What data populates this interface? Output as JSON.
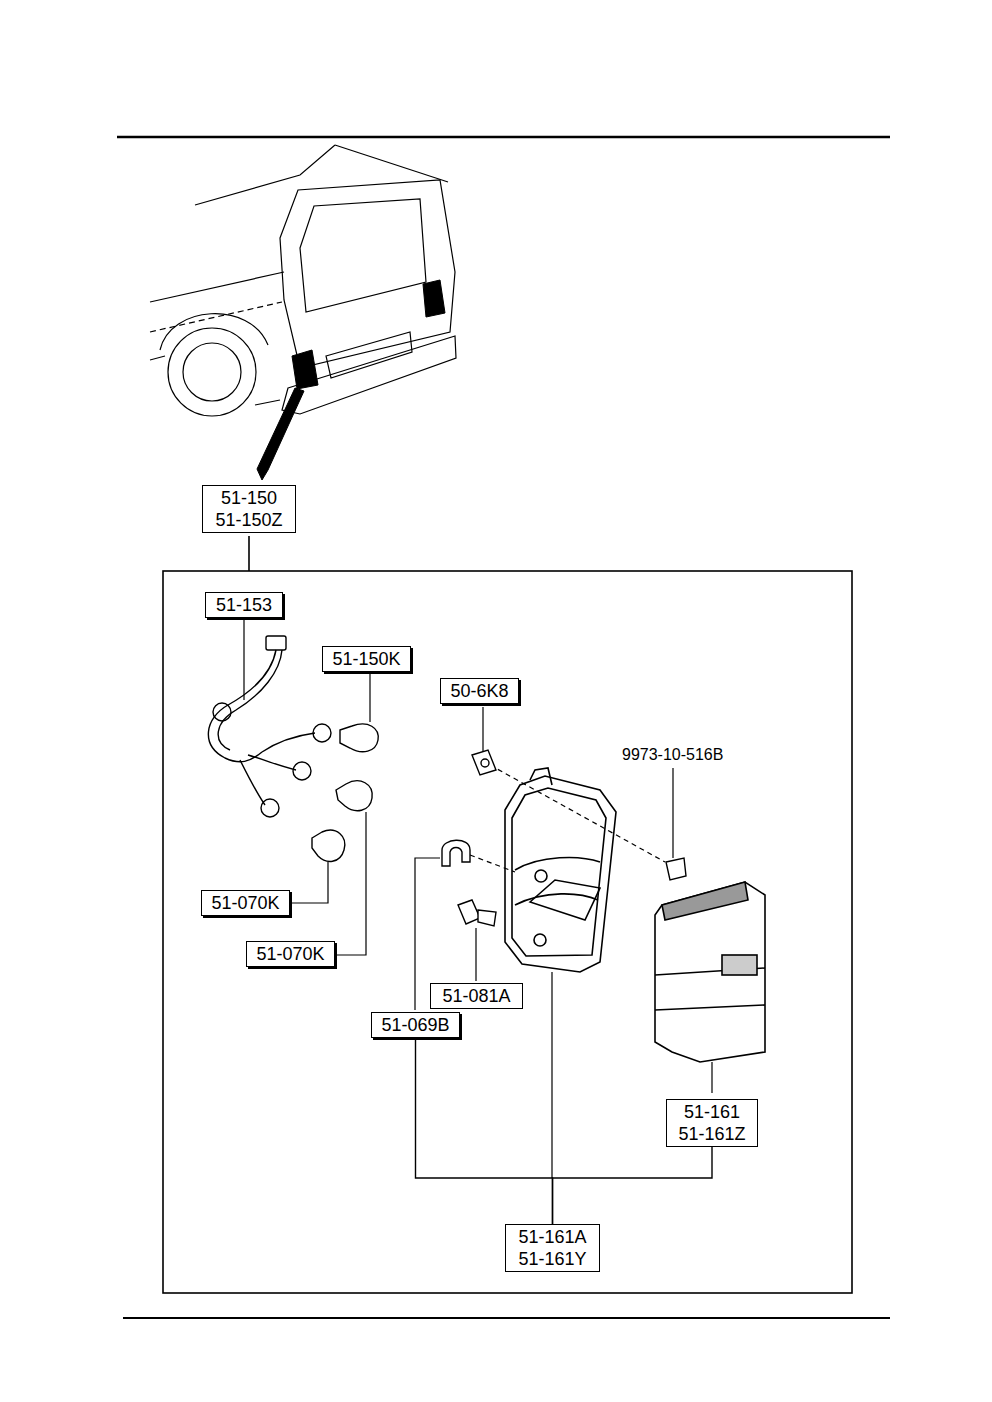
{
  "diagram": {
    "nodes": [
      {
        "text": [
          "51-150",
          "51-150Z"
        ]
      },
      {
        "text": [
          "51-153"
        ]
      },
      {
        "text": [
          "51-150K"
        ]
      },
      {
        "text": [
          "50-6K8"
        ]
      },
      {
        "text": [
          "51-070K"
        ]
      },
      {
        "text": [
          "51-070K"
        ]
      },
      {
        "text": [
          "51-081A"
        ]
      },
      {
        "text": [
          "51-069B"
        ]
      },
      {
        "text": [
          "51-161",
          "51-161Z"
        ]
      },
      {
        "text": [
          "51-161A",
          "51-161Y"
        ]
      }
    ],
    "edges": [
      {
        "from": 7,
        "to": 9,
        "arrow": "none"
      },
      {
        "from": 8,
        "to": 9,
        "arrow": "none"
      }
    ],
    "labels": [
      "9973-10-516B"
    ]
  }
}
